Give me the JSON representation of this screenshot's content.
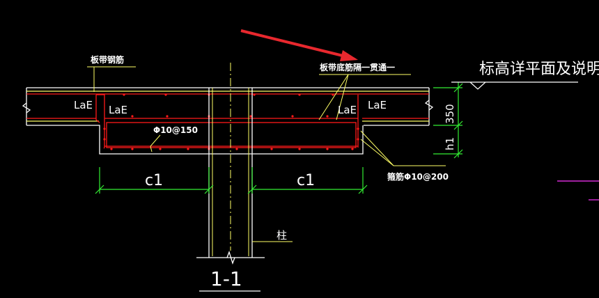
{
  "annotation_arrow": {
    "color": "#e8282e"
  },
  "labels": {
    "slab_band_rebar": "板带钢筋",
    "slab_band_bottom_rebar": "板带底筋隔一贯通一",
    "elevation_note": "标高详平面及说明",
    "lae_left_outer": "LaE",
    "lae_left_inner": "LaE",
    "lae_right_inner": "LaE",
    "lae_right_outer": "LaE",
    "top_dim": "350",
    "bottom_dim": "h1",
    "stirrup_bottom": "Φ10@150",
    "stirrup_side": "箍筋Φ10@200",
    "c1_left": "c1",
    "c1_right": "c1",
    "column": "柱",
    "section_title": "1-1"
  },
  "colors": {
    "background": "#000000",
    "outline": "#ffffff",
    "rebar": "#ff1a1a",
    "slab_line": "#ffff66",
    "dimension": "#33ee33",
    "leader": "#ffff66",
    "column_axis": "#ffff66",
    "magenta_mark": "#ff33ff"
  }
}
